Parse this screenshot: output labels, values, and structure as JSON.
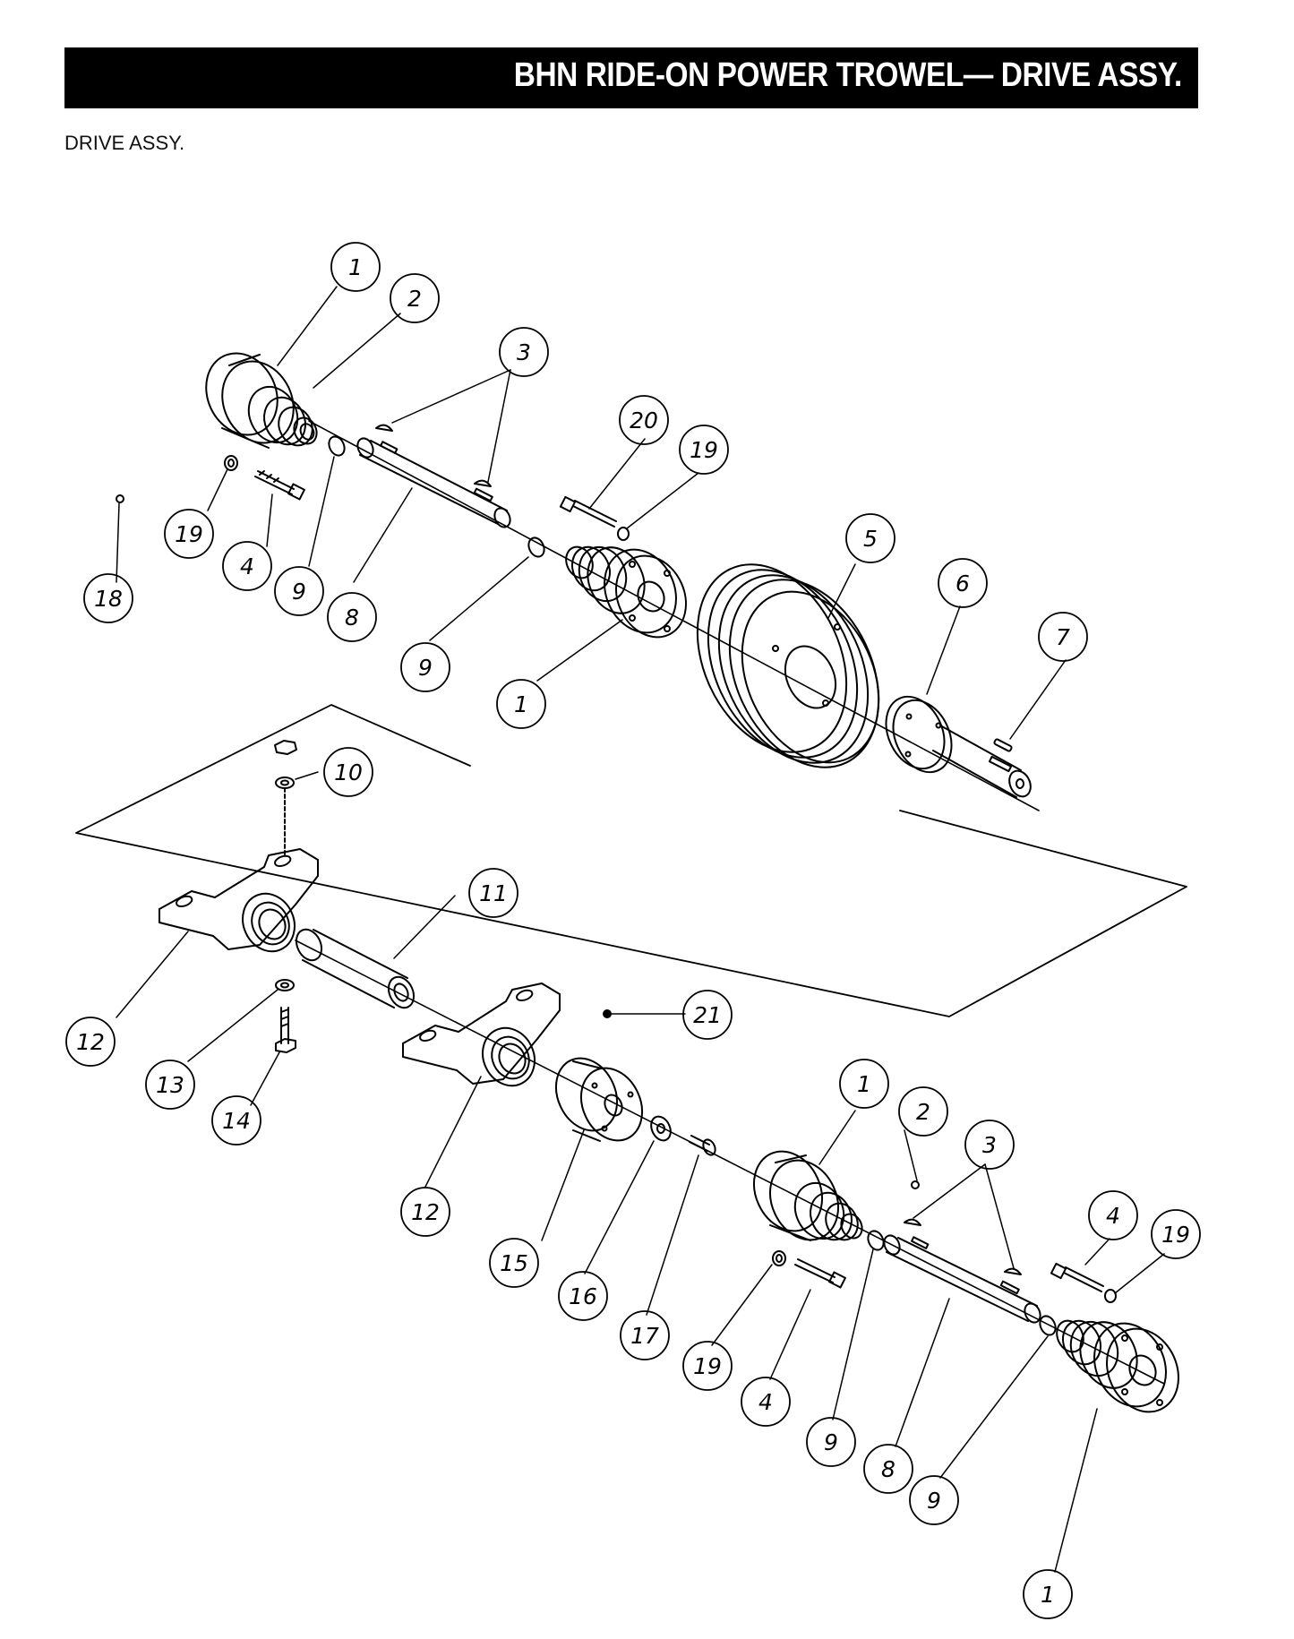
{
  "header": {
    "title": "BHN RIDE-ON POWER TROWEL—  DRIVE ASSY."
  },
  "section_label": "DRIVE ASSY.",
  "callouts": [
    {
      "id": "c-1a",
      "label": "1"
    },
    {
      "id": "c-2a",
      "label": "2"
    },
    {
      "id": "c-3a",
      "label": "3"
    },
    {
      "id": "c-20",
      "label": "20"
    },
    {
      "id": "c-19a",
      "label": "19"
    },
    {
      "id": "c-5",
      "label": "5"
    },
    {
      "id": "c-6",
      "label": "6"
    },
    {
      "id": "c-7",
      "label": "7"
    },
    {
      "id": "c-19b",
      "label": "19"
    },
    {
      "id": "c-4a",
      "label": "4"
    },
    {
      "id": "c-18",
      "label": "18"
    },
    {
      "id": "c-9a",
      "label": "9"
    },
    {
      "id": "c-8a",
      "label": "8"
    },
    {
      "id": "c-9b",
      "label": "9"
    },
    {
      "id": "c-1b",
      "label": "1"
    },
    {
      "id": "c-10",
      "label": "10"
    },
    {
      "id": "c-11",
      "label": "11"
    },
    {
      "id": "c-21",
      "label": "21"
    },
    {
      "id": "c-12a",
      "label": "12"
    },
    {
      "id": "c-13",
      "label": "13"
    },
    {
      "id": "c-14",
      "label": "14"
    },
    {
      "id": "c-12b",
      "label": "12"
    },
    {
      "id": "c-15",
      "label": "15"
    },
    {
      "id": "c-16",
      "label": "16"
    },
    {
      "id": "c-17",
      "label": "17"
    },
    {
      "id": "c-1c",
      "label": "1"
    },
    {
      "id": "c-2b",
      "label": "2"
    },
    {
      "id": "c-3b",
      "label": "3"
    },
    {
      "id": "c-4b",
      "label": "4"
    },
    {
      "id": "c-19c",
      "label": "19"
    },
    {
      "id": "c-19d",
      "label": "19"
    },
    {
      "id": "c-4c",
      "label": "4"
    },
    {
      "id": "c-9c",
      "label": "9"
    },
    {
      "id": "c-8b",
      "label": "8"
    },
    {
      "id": "c-9d",
      "label": "9"
    },
    {
      "id": "c-1d",
      "label": "1"
    }
  ]
}
